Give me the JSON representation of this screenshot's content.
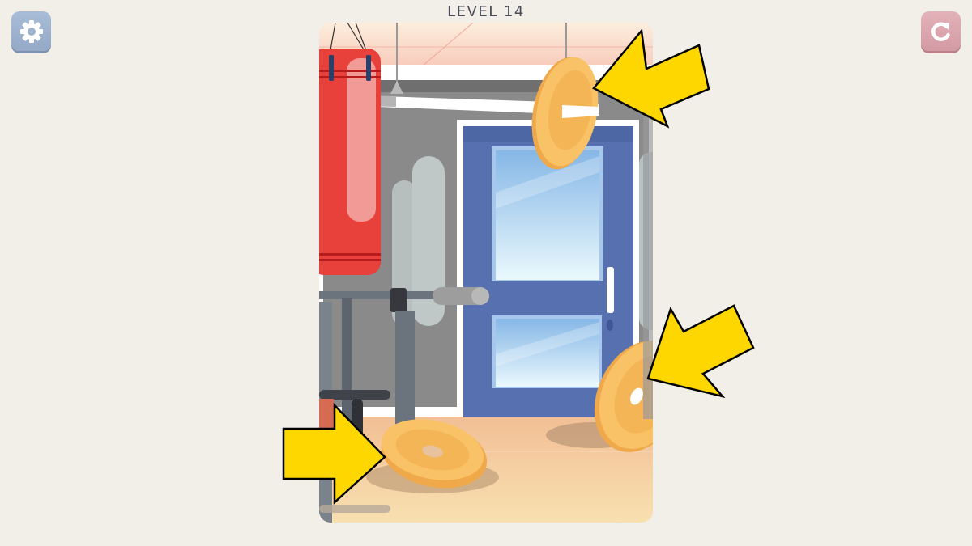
{
  "header": {
    "level_label": "LEVEL 14",
    "settings_icon": "gear-icon",
    "restart_icon": "restart-icon"
  },
  "colors": {
    "background": "#f2efe8",
    "settings_button": "#9fb3cf",
    "restart_button": "#dba6ae",
    "hint_arrow": "#ffd700",
    "weight_plate": "#f9c266",
    "door": "#5670b0",
    "punching_bag": "#e8413c"
  },
  "scene": {
    "name": "gym-room",
    "objects": [
      {
        "id": "hanging-plate",
        "label": "weight plate on pull-up bar"
      },
      {
        "id": "floor-plate-left",
        "label": "weight plate on floor"
      },
      {
        "id": "floor-plate-right",
        "label": "weight plate leaning on door"
      },
      {
        "id": "punching-bag",
        "label": "punching bag"
      },
      {
        "id": "door",
        "label": "blue door"
      },
      {
        "id": "barbell-rack",
        "label": "barbell rack"
      }
    ]
  },
  "hints": [
    {
      "id": "arrow-top-right",
      "target": "hanging-plate",
      "direction": "left-down"
    },
    {
      "id": "arrow-middle-right",
      "target": "floor-plate-right",
      "direction": "left-down"
    },
    {
      "id": "arrow-bottom-left",
      "target": "floor-plate-left",
      "direction": "right"
    }
  ]
}
